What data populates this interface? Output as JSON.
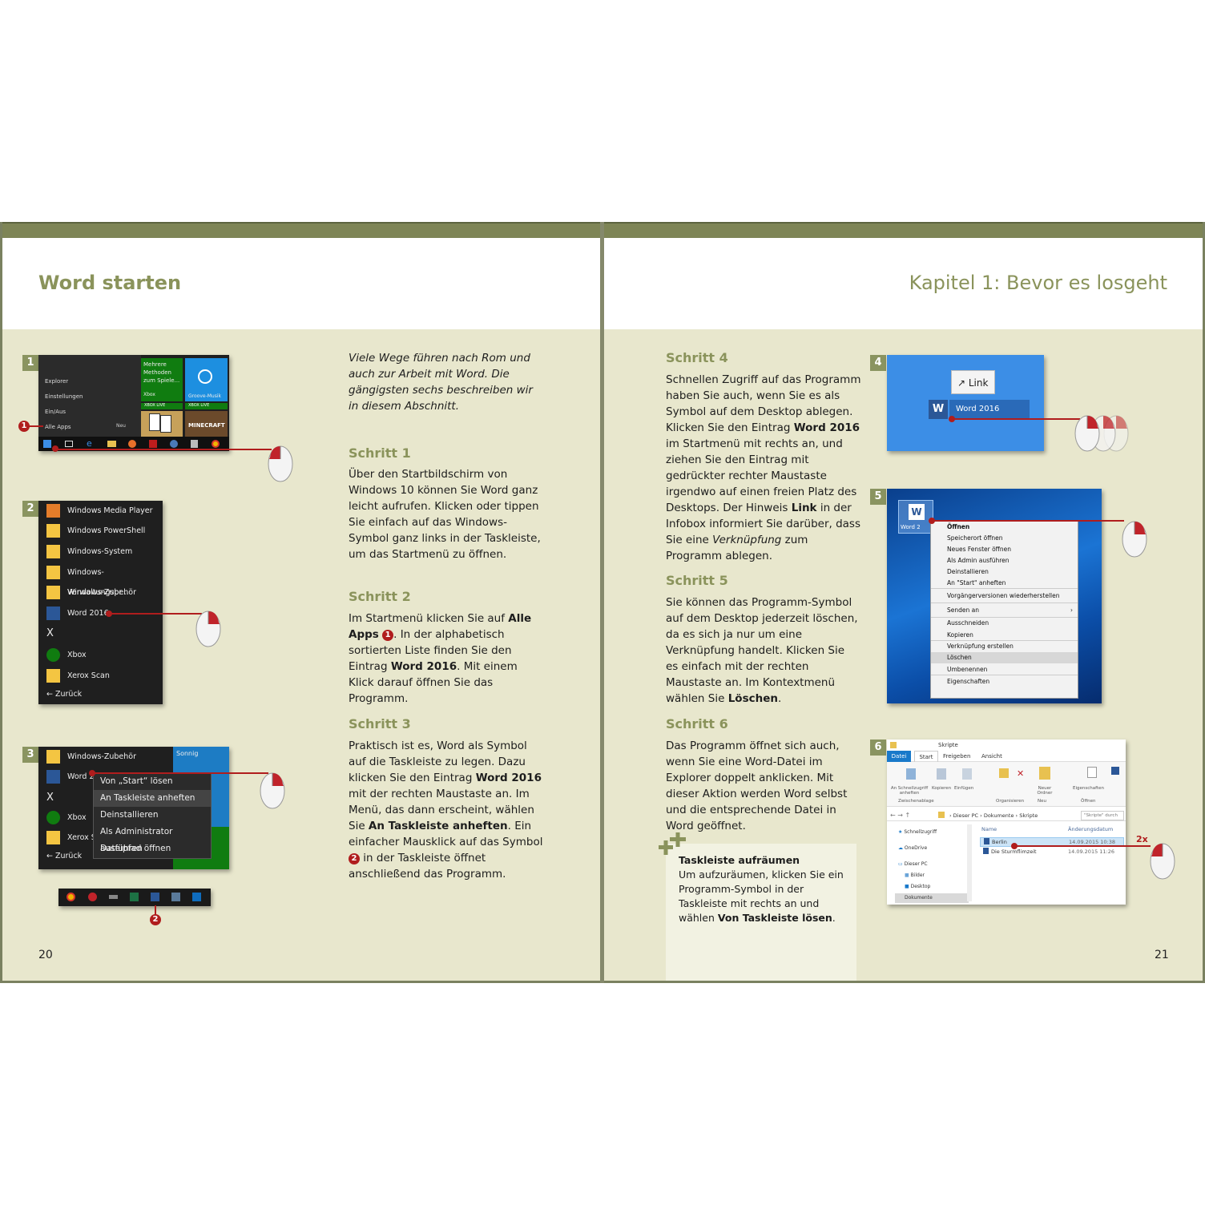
{
  "left": {
    "section_title": "Word starten",
    "page_number": "20",
    "intro": "Viele Wege führen nach Rom und auch zur Arbeit mit Word. Die gängigsten sechs beschreiben wir in diesem Abschnitt.",
    "step1": {
      "title": "Schritt 1",
      "text": "Über den Startbildschirm von Windows 10 können Sie Word ganz leicht aufrufen. Klicken oder tippen Sie einfach auf das Windows-Symbol ganz links in der Taskleiste, um das Startmenü zu öffnen."
    },
    "step2": {
      "title": "Schritt 2",
      "text_a": "Im Startmenü klicken Sie auf ",
      "bold_a": "Alle Apps",
      "text_b": ". In der alphabetisch sortierten Liste finden Sie den Eintrag ",
      "bold_b": "Word 2016",
      "text_c": ". Mit einem Klick darauf öffnen Sie das Programm."
    },
    "step3": {
      "title": "Schritt 3",
      "text_a": "Praktisch ist es, Word als Symbol auf die Taskleiste zu legen. Dazu klicken Sie den Eintrag ",
      "bold_a": "Word 2016",
      "text_b": " mit der rechten Maustaste an. Im Menü, das dann erscheint, wählen Sie ",
      "bold_b": "An Taskleiste anheften",
      "text_c": ". Ein einfacher Mausklick auf das Symbol ",
      "text_d": " in der Taskleiste öffnet anschließend das Programm."
    },
    "shot1": {
      "badge": "1",
      "callout": "1",
      "menu": [
        "Explorer",
        "Einstellungen",
        "Ein/Aus",
        "Alle Apps"
      ],
      "neu": "Neu",
      "tile_green": "Mehrere Methoden zum Spiele...",
      "tile_xbox": "Xbox",
      "tile_groove": "Groove-Musik",
      "xboxlive": "XBOX LIVE",
      "minecraft": "MINECRAFT"
    },
    "shot2": {
      "badge": "2",
      "items": [
        "Windows Media Player",
        "Windows PowerShell",
        "Windows-System",
        "Windows-Verwaltungspr...",
        "Windows-Zubehör",
        "Word 2016"
      ],
      "letter": "X",
      "items2": [
        "Xbox",
        "Xerox Scan"
      ],
      "back": "Zurück"
    },
    "shot3": {
      "badge": "3",
      "items": [
        "Windows-Zubehör",
        "Word 2",
        "Xbox",
        "Xerox S"
      ],
      "letter": "X",
      "back": "Zurück",
      "context": [
        "Von „Start“ lösen",
        "An Taskleiste anheften",
        "Deinstallieren",
        "Als Administrator ausführen",
        "Dateipfad öffnen"
      ],
      "weather": "Sonnig",
      "callout": "2"
    }
  },
  "right": {
    "chapter_title": "Kapitel 1: Bevor es losgeht",
    "page_number": "21",
    "step4": {
      "title": "Schritt 4",
      "text_a": "Schnellen Zugriff auf das Programm haben Sie auch, wenn Sie es als Symbol auf dem Desktop ablegen. Klicken Sie den Eintrag ",
      "bold_a": "Word 2016",
      "text_b": " im Startmenü mit rechts an, und ziehen Sie den Eintrag mit gedrückter rechter Maustaste irgendwo auf einen freien Platz des Desktops. Der Hinweis ",
      "bold_b": "Link",
      "text_c": " in der Infobox informiert Sie darüber, dass Sie eine ",
      "italic_c": "Verknüpfung",
      "text_d": " zum Programm ablegen."
    },
    "step5": {
      "title": "Schritt 5",
      "text_a": "Sie können das Programm-Symbol auf dem Desktop jederzeit löschen, da es sich ja nur um eine Verknüpfung handelt. Klicken Sie es einfach mit der rechten Maustaste an. Im Kontextmenü wählen Sie ",
      "bold_a": "Löschen",
      "text_b": "."
    },
    "step6": {
      "title": "Schritt 6",
      "text": "Das Programm öffnet sich auch, wenn Sie eine Word-Datei im Explorer doppelt anklicken. Mit dieser Aktion werden Word selbst und die entsprechende Datei in Word geöffnet."
    },
    "tip": {
      "title": "Taskleiste aufräumen",
      "text_a": "Um aufzuräumen, klicken Sie ein Programm-Symbol in der Taskleiste mit rechts an und wählen ",
      "bold_a": "Von Taskleiste lösen",
      "text_b": "."
    },
    "shot4": {
      "badge": "4",
      "link": "Link",
      "word": "Word 2016"
    },
    "shot5": {
      "badge": "5",
      "icon_label": "Word 2",
      "menu": [
        "Öffnen",
        "Speicherort öffnen",
        "Neues Fenster öffnen",
        "Als Admin ausführen",
        "Deinstallieren",
        "An \"Start\" anheften",
        "Vorgängerversionen wiederherstellen",
        "Senden an",
        "Ausschneiden",
        "Kopieren",
        "Verknüpfung erstellen",
        "Löschen",
        "Umbenennen",
        "Eigenschaften"
      ]
    },
    "shot6": {
      "badge": "6",
      "title": "Skripte",
      "tabs": [
        "Datei",
        "Start",
        "Freigeben",
        "Ansicht"
      ],
      "ribbon": [
        "An Schnellzugriff anheften",
        "Kopieren",
        "Einfügen",
        "Neuer Ordner",
        "Eigenschaften"
      ],
      "groups": [
        "Zwischenablage",
        "Organisieren",
        "Neu",
        "Öffnen"
      ],
      "path": [
        "Dieser PC",
        "Dokumente",
        "Skripte"
      ],
      "search": "\"Skripte\" durch",
      "nav": [
        "Schnellzugriff",
        "OneDrive",
        "Dieser PC",
        "Bilder",
        "Desktop",
        "Dokumente"
      ],
      "col_name": "Name",
      "col_date": "Änderungsdatum",
      "files": [
        {
          "name": "Berlin",
          "date": "14.09.2015 10:38"
        },
        {
          "name": "Die Sturmflimzeit",
          "date": "14.09.2015 11:26"
        }
      ],
      "dbl": "2x"
    }
  },
  "colors": {
    "accent": "#8a935b",
    "paper": "#e8e7cd",
    "red": "#b01d1d",
    "win_blue": "#3c8ee6"
  }
}
